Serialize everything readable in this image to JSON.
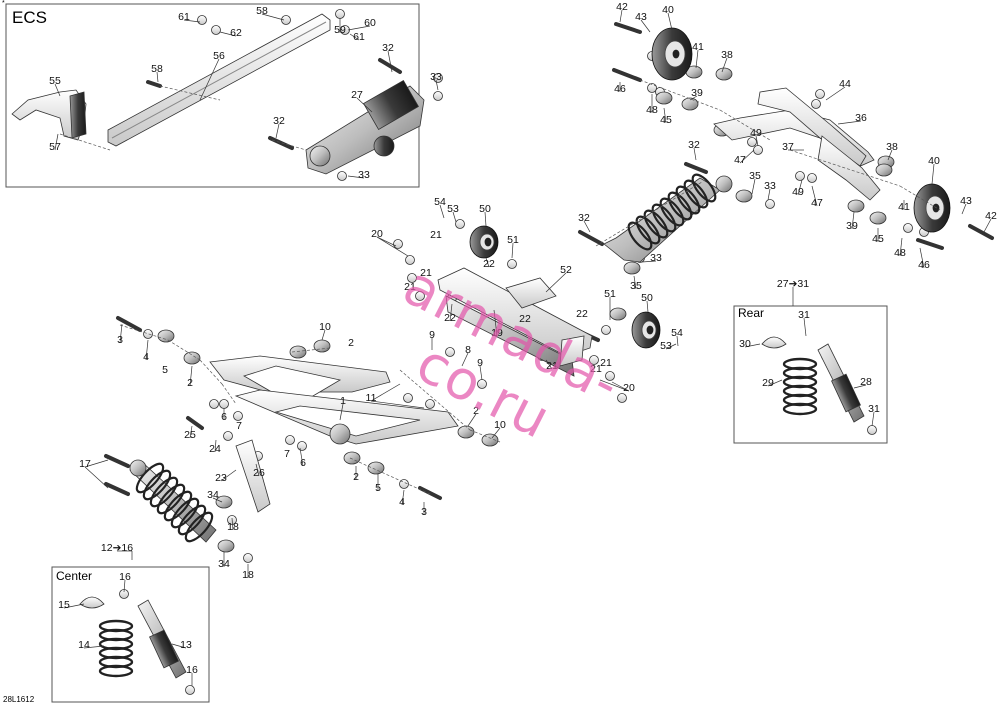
{
  "insets": {
    "ecs": "ECS",
    "rear": "Rear",
    "center": "Center"
  },
  "drawing_code": "28L1612",
  "corner_mark": "*",
  "watermark": "armada-co.ru",
  "callouts": [
    "1",
    "2",
    "2",
    "2",
    "2",
    "3",
    "3",
    "4",
    "4",
    "5",
    "5",
    "6",
    "6",
    "7",
    "7",
    "8",
    "9",
    "9",
    "10",
    "10",
    "11",
    "12➔16",
    "13",
    "14",
    "15",
    "16",
    "16",
    "17",
    "18",
    "18",
    "19",
    "20",
    "20",
    "21",
    "21",
    "21",
    "21",
    "21",
    "21",
    "22",
    "22",
    "22",
    "22",
    "23",
    "24",
    "25",
    "26",
    "27",
    "27➔31",
    "28",
    "29",
    "30",
    "31",
    "31",
    "32",
    "32",
    "32",
    "32",
    "33",
    "33",
    "33",
    "33",
    "34",
    "34",
    "35",
    "35",
    "36",
    "37",
    "38",
    "38",
    "39",
    "39",
    "40",
    "40",
    "41",
    "41",
    "42",
    "42",
    "43",
    "43",
    "44",
    "45",
    "45",
    "46",
    "46",
    "47",
    "47",
    "48",
    "48",
    "49",
    "49",
    "50",
    "50",
    "51",
    "51",
    "52",
    "53",
    "53",
    "54",
    "54",
    "55",
    "56",
    "57",
    "58",
    "58",
    "59",
    "60",
    "61",
    "61",
    "62"
  ]
}
